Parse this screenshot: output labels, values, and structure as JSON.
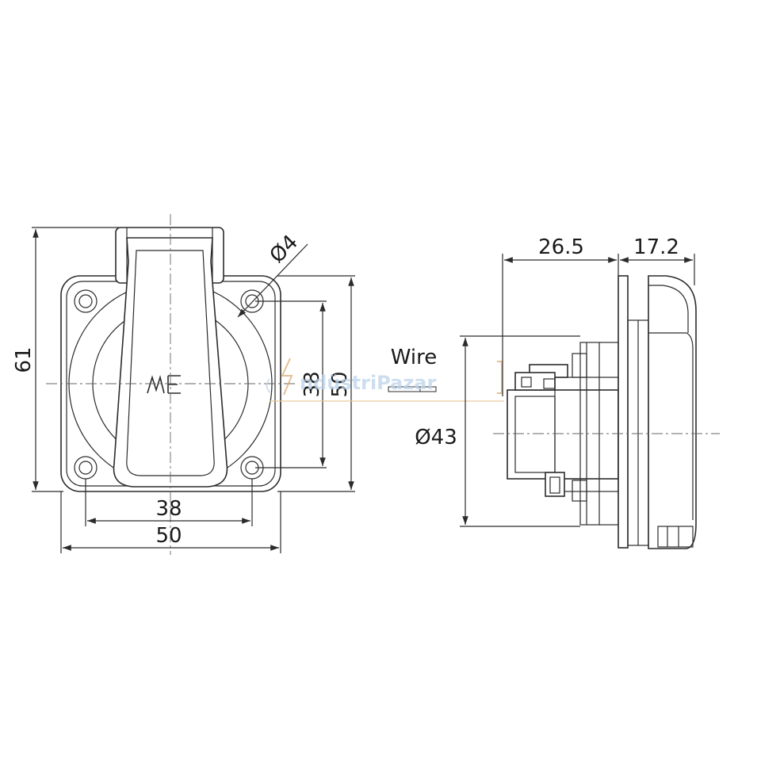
{
  "front_view": {
    "height_label": "61",
    "hole_spacing_vertical_label": "38",
    "plate_height_label": "50",
    "hole_spacing_horizontal_label": "38",
    "plate_width_label": "50",
    "hole_diameter_label": "Ø4"
  },
  "middle": {
    "wire_label": "Wire"
  },
  "side_view": {
    "depth_rear_label": "26.5",
    "depth_front_label": "17.2",
    "diameter_label": "Ø43"
  },
  "watermark": {
    "text": "ndüstriPazar"
  }
}
